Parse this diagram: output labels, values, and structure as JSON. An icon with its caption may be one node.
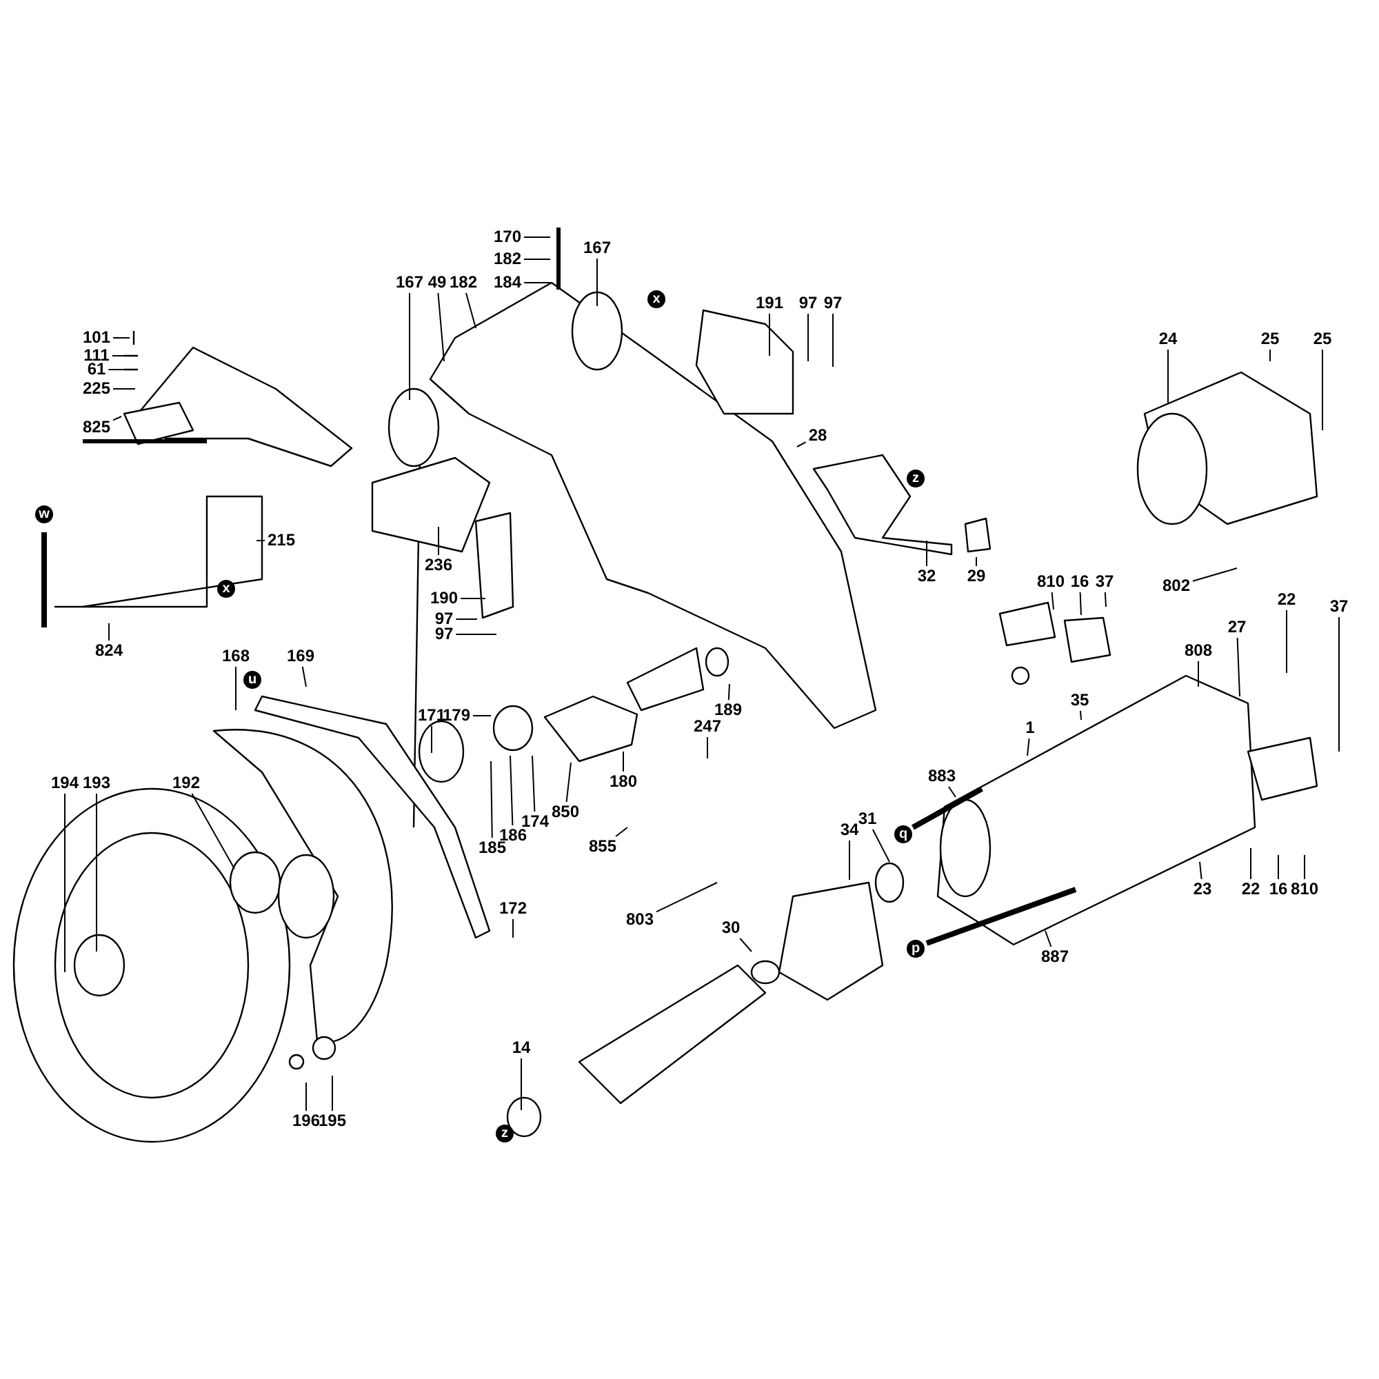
{
  "diagram": {
    "nodes": [
      {
        "text": [
          "170"
        ]
      },
      {
        "text": [
          "182"
        ]
      },
      {
        "text": [
          "184"
        ]
      },
      {
        "text": [
          "167"
        ]
      },
      {
        "text": [
          "167"
        ]
      },
      {
        "text": [
          "49"
        ]
      },
      {
        "text": [
          "182"
        ]
      },
      {
        "text": [
          "191"
        ]
      },
      {
        "text": [
          "97"
        ]
      },
      {
        "text": [
          "97"
        ]
      },
      {
        "text": [
          "24"
        ]
      },
      {
        "text": [
          "25"
        ]
      },
      {
        "text": [
          "25"
        ]
      },
      {
        "text": [
          "101"
        ]
      },
      {
        "text": [
          "111"
        ]
      },
      {
        "text": [
          "61"
        ]
      },
      {
        "text": [
          "225"
        ]
      },
      {
        "text": [
          "825"
        ]
      },
      {
        "text": [
          "28"
        ]
      },
      {
        "text": [
          "32"
        ]
      },
      {
        "text": [
          "29"
        ]
      },
      {
        "text": [
          "236"
        ]
      },
      {
        "text": [
          "215"
        ]
      },
      {
        "text": [
          "190"
        ]
      },
      {
        "text": [
          "97"
        ]
      },
      {
        "text": [
          "97"
        ]
      },
      {
        "text": [
          "824"
        ]
      },
      {
        "text": [
          "810"
        ]
      },
      {
        "text": [
          "16"
        ]
      },
      {
        "text": [
          "37"
        ]
      },
      {
        "text": [
          "802"
        ]
      },
      {
        "text": [
          "27"
        ]
      },
      {
        "text": [
          "22"
        ]
      },
      {
        "text": [
          "37"
        ]
      },
      {
        "text": [
          "808"
        ]
      },
      {
        "text": [
          "168"
        ]
      },
      {
        "text": [
          "169"
        ]
      },
      {
        "text": [
          "171"
        ]
      },
      {
        "text": [
          "179"
        ]
      },
      {
        "text": [
          "189"
        ]
      },
      {
        "text": [
          "247"
        ]
      },
      {
        "text": [
          "35"
        ]
      },
      {
        "text": [
          "1"
        ]
      },
      {
        "text": [
          "883"
        ]
      },
      {
        "text": [
          "180"
        ]
      },
      {
        "text": [
          "850"
        ]
      },
      {
        "text": [
          "174"
        ]
      },
      {
        "text": [
          "186"
        ]
      },
      {
        "text": [
          "855"
        ]
      },
      {
        "text": [
          "185"
        ]
      },
      {
        "text": [
          "194"
        ]
      },
      {
        "text": [
          "193"
        ]
      },
      {
        "text": [
          "192"
        ]
      },
      {
        "text": [
          "34"
        ]
      },
      {
        "text": [
          "31"
        ]
      },
      {
        "text": [
          "23"
        ]
      },
      {
        "text": [
          "22"
        ]
      },
      {
        "text": [
          "16"
        ]
      },
      {
        "text": [
          "810"
        ]
      },
      {
        "text": [
          "172"
        ]
      },
      {
        "text": [
          "803"
        ]
      },
      {
        "text": [
          "30"
        ]
      },
      {
        "text": [
          "887"
        ]
      },
      {
        "text": [
          "14"
        ]
      },
      {
        "text": [
          "196"
        ]
      },
      {
        "text": [
          "195"
        ]
      }
    ],
    "edges": [
      {
        "from": 0,
        "to": null,
        "arrow": "none"
      },
      {
        "from": 1,
        "to": null,
        "arrow": "none"
      },
      {
        "from": 2,
        "to": null,
        "arrow": "none"
      },
      {
        "from": 3,
        "to": null,
        "arrow": "none"
      },
      {
        "from": 4,
        "to": null,
        "arrow": "none"
      },
      {
        "from": 5,
        "to": null,
        "arrow": "none"
      },
      {
        "from": 6,
        "to": null,
        "arrow": "none"
      },
      {
        "from": 7,
        "to": null,
        "arrow": "none"
      },
      {
        "from": 8,
        "to": null,
        "arrow": "none"
      },
      {
        "from": 9,
        "to": null,
        "arrow": "none"
      },
      {
        "from": 10,
        "to": null,
        "arrow": "none"
      },
      {
        "from": 11,
        "to": null,
        "arrow": "none"
      },
      {
        "from": 12,
        "to": null,
        "arrow": "none"
      },
      {
        "from": 13,
        "to": null,
        "arrow": "none"
      },
      {
        "from": 14,
        "to": null,
        "arrow": "none"
      },
      {
        "from": 15,
        "to": null,
        "arrow": "none"
      },
      {
        "from": 16,
        "to": null,
        "arrow": "none"
      },
      {
        "from": 17,
        "to": null,
        "arrow": "none"
      },
      {
        "from": 18,
        "to": null,
        "arrow": "none"
      },
      {
        "from": 19,
        "to": null,
        "arrow": "none"
      },
      {
        "from": 20,
        "to": null,
        "arrow": "none"
      },
      {
        "from": 21,
        "to": null,
        "arrow": "none"
      },
      {
        "from": 22,
        "to": null,
        "arrow": "none"
      },
      {
        "from": 23,
        "to": null,
        "arrow": "none"
      },
      {
        "from": 24,
        "to": null,
        "arrow": "none"
      },
      {
        "from": 25,
        "to": null,
        "arrow": "none"
      },
      {
        "from": 26,
        "to": null,
        "arrow": "none"
      },
      {
        "from": 27,
        "to": null,
        "arrow": "none"
      },
      {
        "from": 28,
        "to": null,
        "arrow": "none"
      },
      {
        "from": 29,
        "to": null,
        "arrow": "none"
      },
      {
        "from": 30,
        "to": null,
        "arrow": "none"
      },
      {
        "from": 31,
        "to": null,
        "arrow": "none"
      },
      {
        "from": 32,
        "to": null,
        "arrow": "none"
      },
      {
        "from": 33,
        "to": null,
        "arrow": "none"
      },
      {
        "from": 34,
        "to": null,
        "arrow": "none"
      },
      {
        "from": 35,
        "to": null,
        "arrow": "none"
      },
      {
        "from": 36,
        "to": null,
        "arrow": "none"
      },
      {
        "from": 37,
        "to": null,
        "arrow": "none"
      },
      {
        "from": 38,
        "to": null,
        "arrow": "none"
      },
      {
        "from": 39,
        "to": null,
        "arrow": "none"
      },
      {
        "from": 40,
        "to": null,
        "arrow": "none"
      },
      {
        "from": 41,
        "to": null,
        "arrow": "none"
      },
      {
        "from": 42,
        "to": null,
        "arrow": "none"
      },
      {
        "from": 43,
        "to": null,
        "arrow": "none"
      },
      {
        "from": 44,
        "to": null,
        "arrow": "none"
      },
      {
        "from": 45,
        "to": null,
        "arrow": "none"
      },
      {
        "from": 46,
        "to": null,
        "arrow": "none"
      },
      {
        "from": 47,
        "to": null,
        "arrow": "none"
      },
      {
        "from": 48,
        "to": null,
        "arrow": "none"
      },
      {
        "from": 49,
        "to": null,
        "arrow": "none"
      },
      {
        "from": 50,
        "to": null,
        "arrow": "none"
      },
      {
        "from": 51,
        "to": null,
        "arrow": "none"
      },
      {
        "from": 52,
        "to": null,
        "arrow": "none"
      },
      {
        "from": 53,
        "to": null,
        "arrow": "none"
      },
      {
        "from": 54,
        "to": null,
        "arrow": "none"
      },
      {
        "from": 55,
        "to": null,
        "arrow": "none"
      },
      {
        "from": 56,
        "to": null,
        "arrow": "none"
      },
      {
        "from": 57,
        "to": null,
        "arrow": "none"
      },
      {
        "from": 58,
        "to": null,
        "arrow": "none"
      },
      {
        "from": 59,
        "to": null,
        "arrow": "none"
      },
      {
        "from": 60,
        "to": null,
        "arrow": "none"
      },
      {
        "from": 61,
        "to": null,
        "arrow": "none"
      },
      {
        "from": 62,
        "to": null,
        "arrow": "none"
      },
      {
        "from": 63,
        "to": null,
        "arrow": "none"
      },
      {
        "from": 64,
        "to": null,
        "arrow": "none"
      },
      {
        "from": 65,
        "to": null,
        "arrow": "none"
      }
    ],
    "labels": [
      "x",
      "z",
      "w",
      "x",
      "u",
      "q",
      "p",
      "z"
    ]
  }
}
